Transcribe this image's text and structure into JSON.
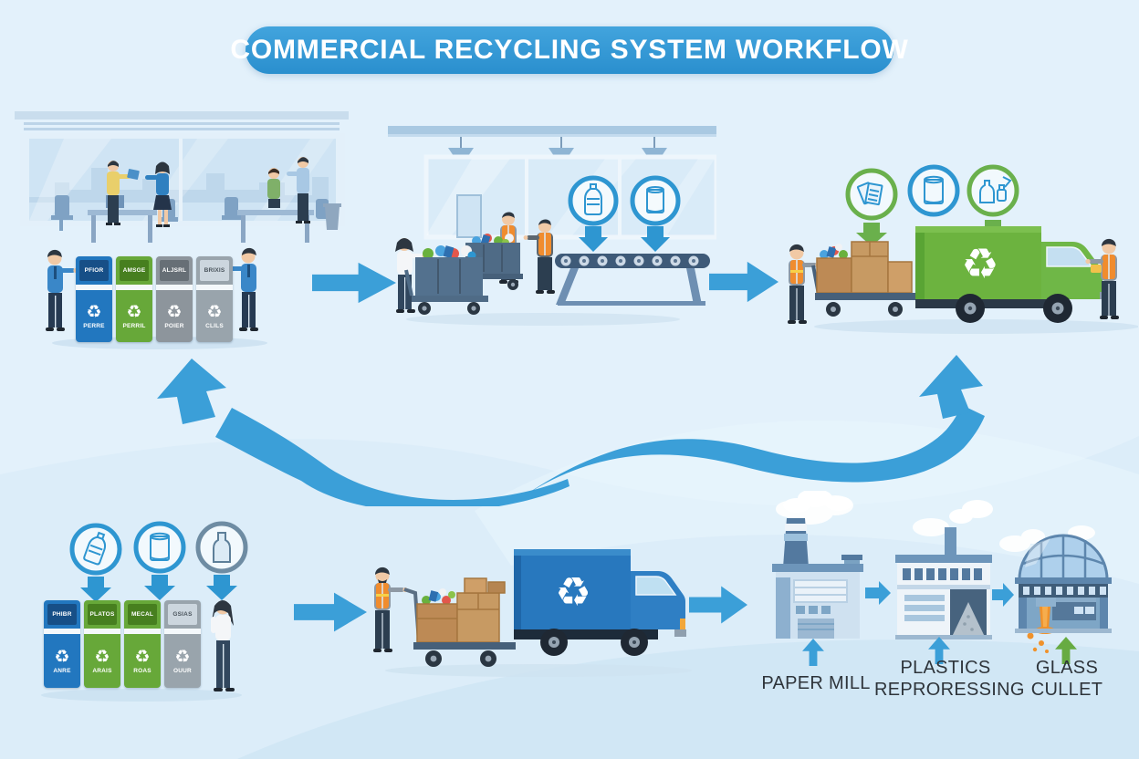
{
  "title": "COMMERCIAL RECYCLING SYSTEM WORKFLOW",
  "recycle_symbol": "♻",
  "colors": {
    "background": "#dcedf9",
    "banner_blue": "#2a8fce",
    "arrow_blue": "#3b9fd8",
    "arrow_green": "#67ab42",
    "bin_blue": "#2277bf",
    "bin_green": "#67a839",
    "bin_gray": "#8d959c",
    "bin_silver": "#99a4ac",
    "truck_green": "#6cb33f",
    "truck_blue": "#2878be",
    "vest_orange": "#f08c2e",
    "molten_orange": "#f0922b"
  },
  "office_bins": [
    {
      "header": "PFIOR",
      "label": "PERRE"
    },
    {
      "header": "AMSGE",
      "label": "PERRIL"
    },
    {
      "header": "ALJSRL",
      "label": "POIER"
    },
    {
      "header": "BRIXIS",
      "label": "CLILS"
    }
  ],
  "street_bins": [
    {
      "header": "PHIBR",
      "label": "ANRE"
    },
    {
      "header": "PLATOS",
      "label": "ARAIS"
    },
    {
      "header": "MECAL",
      "label": "ROAS"
    },
    {
      "header": "GSIAS",
      "label": "OUUR"
    }
  ],
  "sorting_station": {
    "icons": [
      "plastic-bottle-icon",
      "aluminum-can-icon"
    ]
  },
  "loading_station": {
    "icons": [
      "paper-icon",
      "aluminum-can-icon",
      "glass-bottles-icon"
    ]
  },
  "street_station": {
    "icons": [
      "plastic-bottle-icon",
      "aluminum-can-icon",
      "glass-bottle-icon"
    ]
  },
  "facilities": [
    {
      "line1": "PAPER MILL",
      "line2": ""
    },
    {
      "line1": "PLASTICS",
      "line2": "REPRORESSING"
    },
    {
      "line1": "GLASS",
      "line2": "CULLET"
    }
  ]
}
